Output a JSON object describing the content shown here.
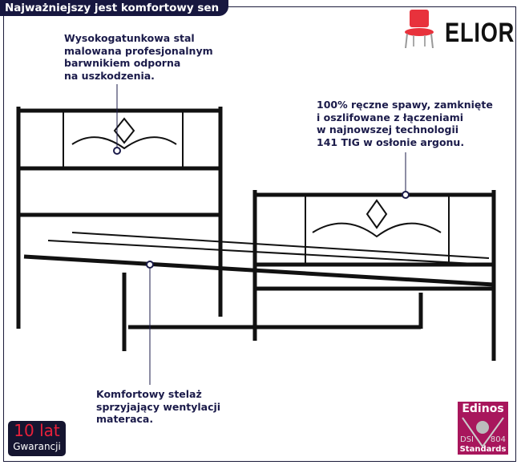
{
  "header": {
    "title": "Najważniejszy jest komfortowy sen"
  },
  "brand": {
    "name": "ELIOR",
    "icon": "red-chair-icon"
  },
  "callouts": [
    {
      "lines": [
        "Wysokogatunkowa stal",
        "malowana profesjonalnym",
        "barwnikiem odporna",
        "na uszkodzenia."
      ]
    },
    {
      "lines": [
        "100% ręczne spawy, zamknięte",
        "i oszlifowane z łączeniami",
        "w najnowszej technologii",
        "141 TIG w osłonie argonu."
      ]
    },
    {
      "lines": [
        "Komfortowy stelaż",
        "sprzyjający wentylacji",
        "materaca."
      ]
    }
  ],
  "warranty": {
    "years": "10 lat",
    "label": "Gwarancji"
  },
  "certificate": {
    "brand": "Edinos",
    "left": "DSI",
    "right": "804",
    "label": "Standards",
    "color": "#a8165c"
  }
}
